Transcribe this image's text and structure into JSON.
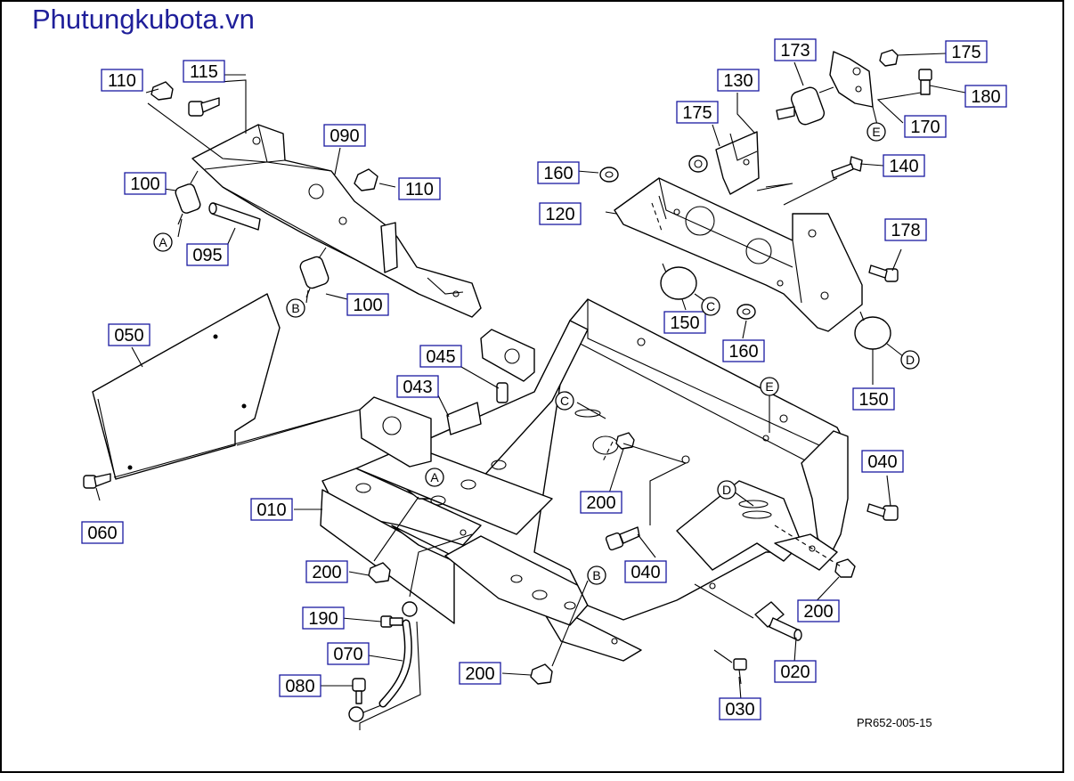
{
  "header": {
    "site_watermark": "Phutungkubota.vn"
  },
  "footer": {
    "drawing_code": "PR652-005-15"
  },
  "callouts": [
    {
      "id": "c110a",
      "text": "110"
    },
    {
      "id": "c115",
      "text": "115"
    },
    {
      "id": "c090",
      "text": "090"
    },
    {
      "id": "c110b",
      "text": "110"
    },
    {
      "id": "c100a",
      "text": "100"
    },
    {
      "id": "c095",
      "text": "095"
    },
    {
      "id": "c100b",
      "text": "100"
    },
    {
      "id": "c050",
      "text": "050"
    },
    {
      "id": "c045",
      "text": "045"
    },
    {
      "id": "c043",
      "text": "043"
    },
    {
      "id": "c060",
      "text": "060"
    },
    {
      "id": "c010",
      "text": "010"
    },
    {
      "id": "c200a",
      "text": "200"
    },
    {
      "id": "c190",
      "text": "190"
    },
    {
      "id": "c070",
      "text": "070"
    },
    {
      "id": "c080",
      "text": "080"
    },
    {
      "id": "c200b",
      "text": "200"
    },
    {
      "id": "c200c",
      "text": "200"
    },
    {
      "id": "c040a",
      "text": "040"
    },
    {
      "id": "c040b",
      "text": "040"
    },
    {
      "id": "c200d",
      "text": "200"
    },
    {
      "id": "c020",
      "text": "020"
    },
    {
      "id": "c030",
      "text": "030"
    },
    {
      "id": "c173",
      "text": "173"
    },
    {
      "id": "c175a",
      "text": "175"
    },
    {
      "id": "c130",
      "text": "130"
    },
    {
      "id": "c180",
      "text": "180"
    },
    {
      "id": "c175b",
      "text": "175"
    },
    {
      "id": "c170",
      "text": "170"
    },
    {
      "id": "c160a",
      "text": "160"
    },
    {
      "id": "c140",
      "text": "140"
    },
    {
      "id": "c120",
      "text": "120"
    },
    {
      "id": "c178",
      "text": "178"
    },
    {
      "id": "c150a",
      "text": "150"
    },
    {
      "id": "c160b",
      "text": "160"
    },
    {
      "id": "c150b",
      "text": "150"
    }
  ],
  "reference_marks": [
    {
      "id": "rA1",
      "text": "A"
    },
    {
      "id": "rB1",
      "text": "B"
    },
    {
      "id": "rA2",
      "text": "A"
    },
    {
      "id": "rB2",
      "text": "B"
    },
    {
      "id": "rC1",
      "text": "C"
    },
    {
      "id": "rC2",
      "text": "C"
    },
    {
      "id": "rD1",
      "text": "D"
    },
    {
      "id": "rD2",
      "text": "D"
    },
    {
      "id": "rE1",
      "text": "E"
    },
    {
      "id": "rE2",
      "text": "E"
    }
  ]
}
